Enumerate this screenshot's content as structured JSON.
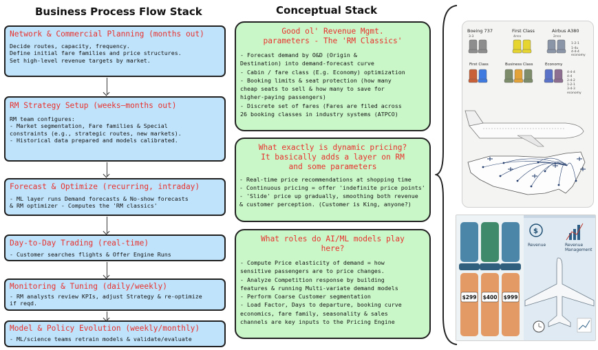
{
  "left_heading": "Business Process Flow Stack",
  "mid_heading": "Conceptual Stack",
  "flow": [
    {
      "title": "Network & Commercial Planning (months out)",
      "lines": [
        "Decide routes, capacity, frequency.",
        "Define initial fare families and price structures.",
        "Set high-level revenue targets by market."
      ]
    },
    {
      "title": "RM Strategy Setup (weeks–months out)",
      "lines": [
        "RM team configures:",
        "- Market segmentation, Fare families & Special",
        "constraints (e.g., strategic routes, new markets).",
        "- Historical data prepared and models calibrated."
      ]
    },
    {
      "title": "Forecast & Optimize (recurring, intraday)",
      "lines": [
        "- ML layer runs Demand forecasts & No-show forecasts",
        "& RM optimizer - Computes the 'RM classics'"
      ]
    },
    {
      "title": "Day-to-Day Trading (real-time)",
      "lines": [
        "- Customer searches flights & Offer Engine Runs"
      ]
    },
    {
      "title": "Monitoring & Tuning (daily/weekly)",
      "lines": [
        "- RM analysts review KPIs, adjust Strategy & re-optimize",
        "if reqd."
      ]
    },
    {
      "title": "Model & Policy Evolution (weekly/monthly)",
      "lines": [
        "- ML/science teams retrain models & validate/evaluate"
      ]
    }
  ],
  "concepts": [
    {
      "title_lines": [
        "Good ol' Revenue Mgmt.",
        "parameters - The 'RM Classics'"
      ],
      "lines": [
        "- Forecast demand by O&D (Origin &",
        "Destination) into demand-forecast curve",
        "- Cabin / fare class (E.g. Economy) optimization",
        "- Booking limits & seat protection (how many",
        "cheap seats to sell & how many to save for",
        "higher-paying passengers)",
        "- Discrete set of fares (Fares are filed across",
        "26 booking classes in industry systems (ATPCO)"
      ]
    },
    {
      "title_lines": [
        "What exactly is dynamic pricing?",
        "It basically adds a layer on RM",
        "and some parameters"
      ],
      "lines": [
        "- Real-time price recommendations at shopping time",
        "- Continuous pricing = offer 'indefinite price points'",
        "- 'Slide' price up gradually, smoothing both revenue",
        "& customer perception. (Customer is King, anyone?)"
      ]
    },
    {
      "title_lines": [
        "What roles do AI/ML models play",
        "here?"
      ],
      "lines": [
        "- Compute Price elasticity of demand = how",
        "sensitive passengers are to price changes.",
        "- Analyze Competition response by building",
        "features & running Multi-variate demand models",
        "- Perform Coarse Customer segmentation",
        "- Load Factor, Days to departure, booking curve",
        "economics, fare family, seasonality & sales",
        "channels are key inputs to the Pricing Engine"
      ]
    }
  ],
  "seat_panel": {
    "labels": [
      "Boeing 737",
      "First Class",
      "Airbus A380",
      "First Class",
      "Business Class",
      "Economy"
    ],
    "sublabels": [
      "3-3",
      "4rrcs",
      "2rrcs",
      "1-2-1",
      "1-4u",
      "4-4-4",
      "economy",
      "4-4-4",
      "4-4",
      "2-4-2",
      "1-2-1",
      "3-4-3",
      "economy"
    ],
    "seat_colors": [
      "#8d8d8d",
      "#e6d530",
      "#8b95a8",
      "#c8603a",
      "#3f7ae0",
      "#7d8d6b",
      "#e3a33a",
      "#5a73c9",
      "#8d6f92"
    ]
  },
  "price_panel": {
    "prices": [
      "$299",
      "$400",
      "$999"
    ],
    "labels": [
      "Revenue",
      "Revenue",
      "Management"
    ],
    "colors": {
      "seat_blue": "#4b86a8",
      "seat_green": "#3f8a6a",
      "tag_orange": "#e08a4a",
      "bg_blue": "#3f6f9c"
    }
  }
}
